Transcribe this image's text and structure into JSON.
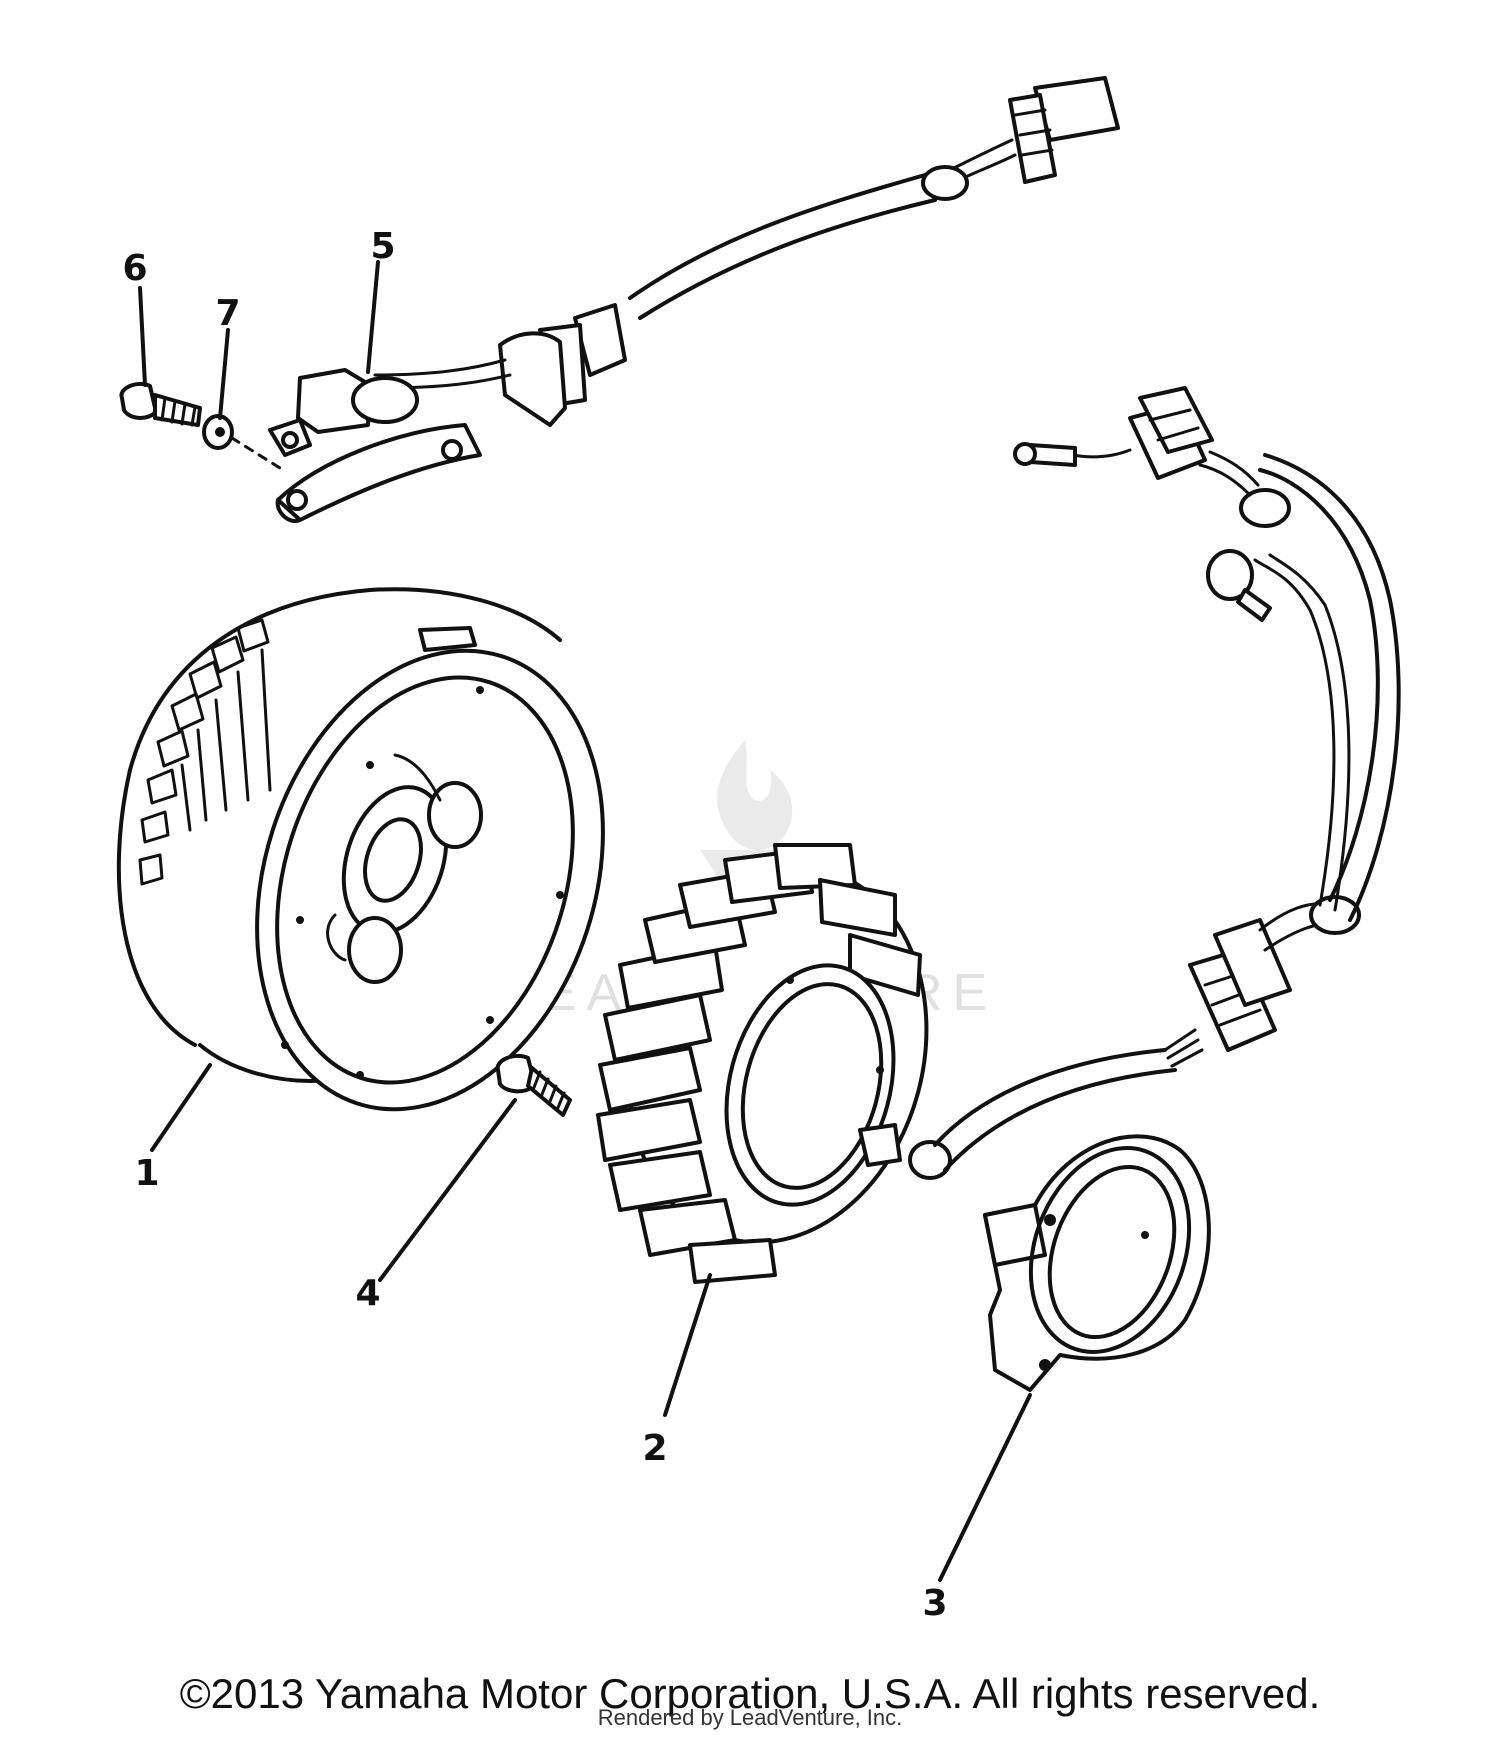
{
  "callouts": [
    "1",
    "2",
    "3",
    "4",
    "5",
    "6",
    "7"
  ],
  "watermark": {
    "text": "LEADVENTURE"
  },
  "footer": {
    "copyright": "©2013 Yamaha Motor Corporation, U.S.A. All rights reserved.",
    "rendered_by": "Rendered by LeadVenture, Inc."
  }
}
